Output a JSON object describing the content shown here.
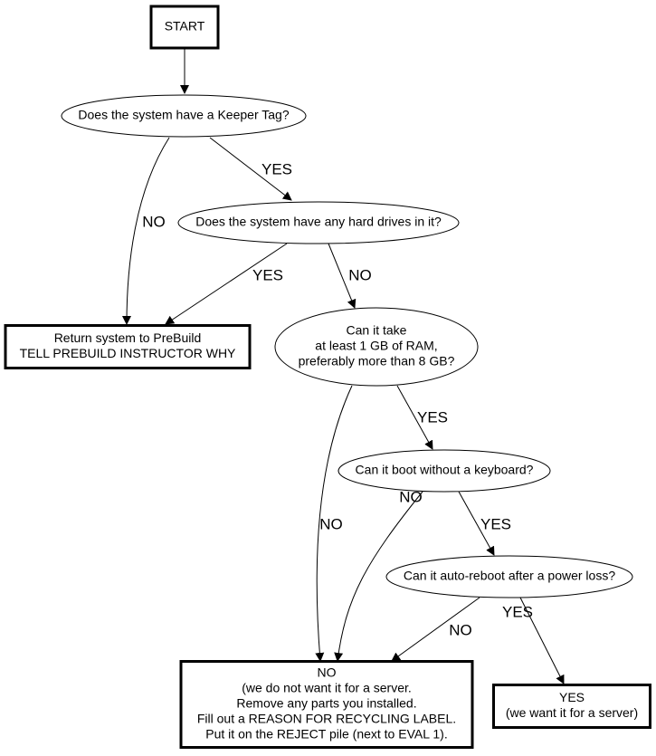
{
  "diagram": {
    "type": "flowchart",
    "colors": {
      "stroke": "#000000",
      "fill": "#ffffff",
      "text": "#000000"
    },
    "nodes": [
      {
        "id": "start",
        "shape": "box",
        "lines": [
          "START"
        ]
      },
      {
        "id": "keeper",
        "shape": "ellipse",
        "lines": [
          "Does the system have a Keeper Tag?"
        ]
      },
      {
        "id": "drives",
        "shape": "ellipse",
        "lines": [
          "Does the system have any hard drives in it?"
        ]
      },
      {
        "id": "prebuild",
        "shape": "box",
        "lines": [
          "Return system to PreBuild",
          "TELL PREBUILD INSTRUCTOR WHY"
        ]
      },
      {
        "id": "ram",
        "shape": "ellipse",
        "lines": [
          "Can it take",
          "at least 1 GB of RAM,",
          "preferably more than 8 GB?"
        ]
      },
      {
        "id": "keyboard",
        "shape": "ellipse",
        "lines": [
          "Can it boot without a keyboard?"
        ]
      },
      {
        "id": "reboot",
        "shape": "ellipse",
        "lines": [
          "Can it auto-reboot after a power loss?"
        ]
      },
      {
        "id": "reject",
        "shape": "box",
        "lines": [
          "NO",
          "(we do not want it for a server.",
          "Remove any parts you installed.",
          "Fill out a REASON FOR RECYCLING LABEL.",
          "Put it on the REJECT pile (next to EVAL 1)."
        ]
      },
      {
        "id": "accept",
        "shape": "box",
        "lines": [
          "YES",
          "(we want it for a server)"
        ]
      }
    ],
    "edges": [
      {
        "from": "start",
        "to": "keeper",
        "label": ""
      },
      {
        "from": "keeper",
        "to": "drives",
        "label": "YES"
      },
      {
        "from": "keeper",
        "to": "prebuild",
        "label": "NO"
      },
      {
        "from": "drives",
        "to": "prebuild",
        "label": "YES"
      },
      {
        "from": "drives",
        "to": "ram",
        "label": "NO"
      },
      {
        "from": "ram",
        "to": "keyboard",
        "label": "YES"
      },
      {
        "from": "ram",
        "to": "reject",
        "label": "NO"
      },
      {
        "from": "keyboard",
        "to": "reboot",
        "label": "YES"
      },
      {
        "from": "keyboard",
        "to": "reject",
        "label": "NO"
      },
      {
        "from": "reboot",
        "to": "accept",
        "label": "YES"
      },
      {
        "from": "reboot",
        "to": "reject",
        "label": "NO"
      }
    ]
  }
}
